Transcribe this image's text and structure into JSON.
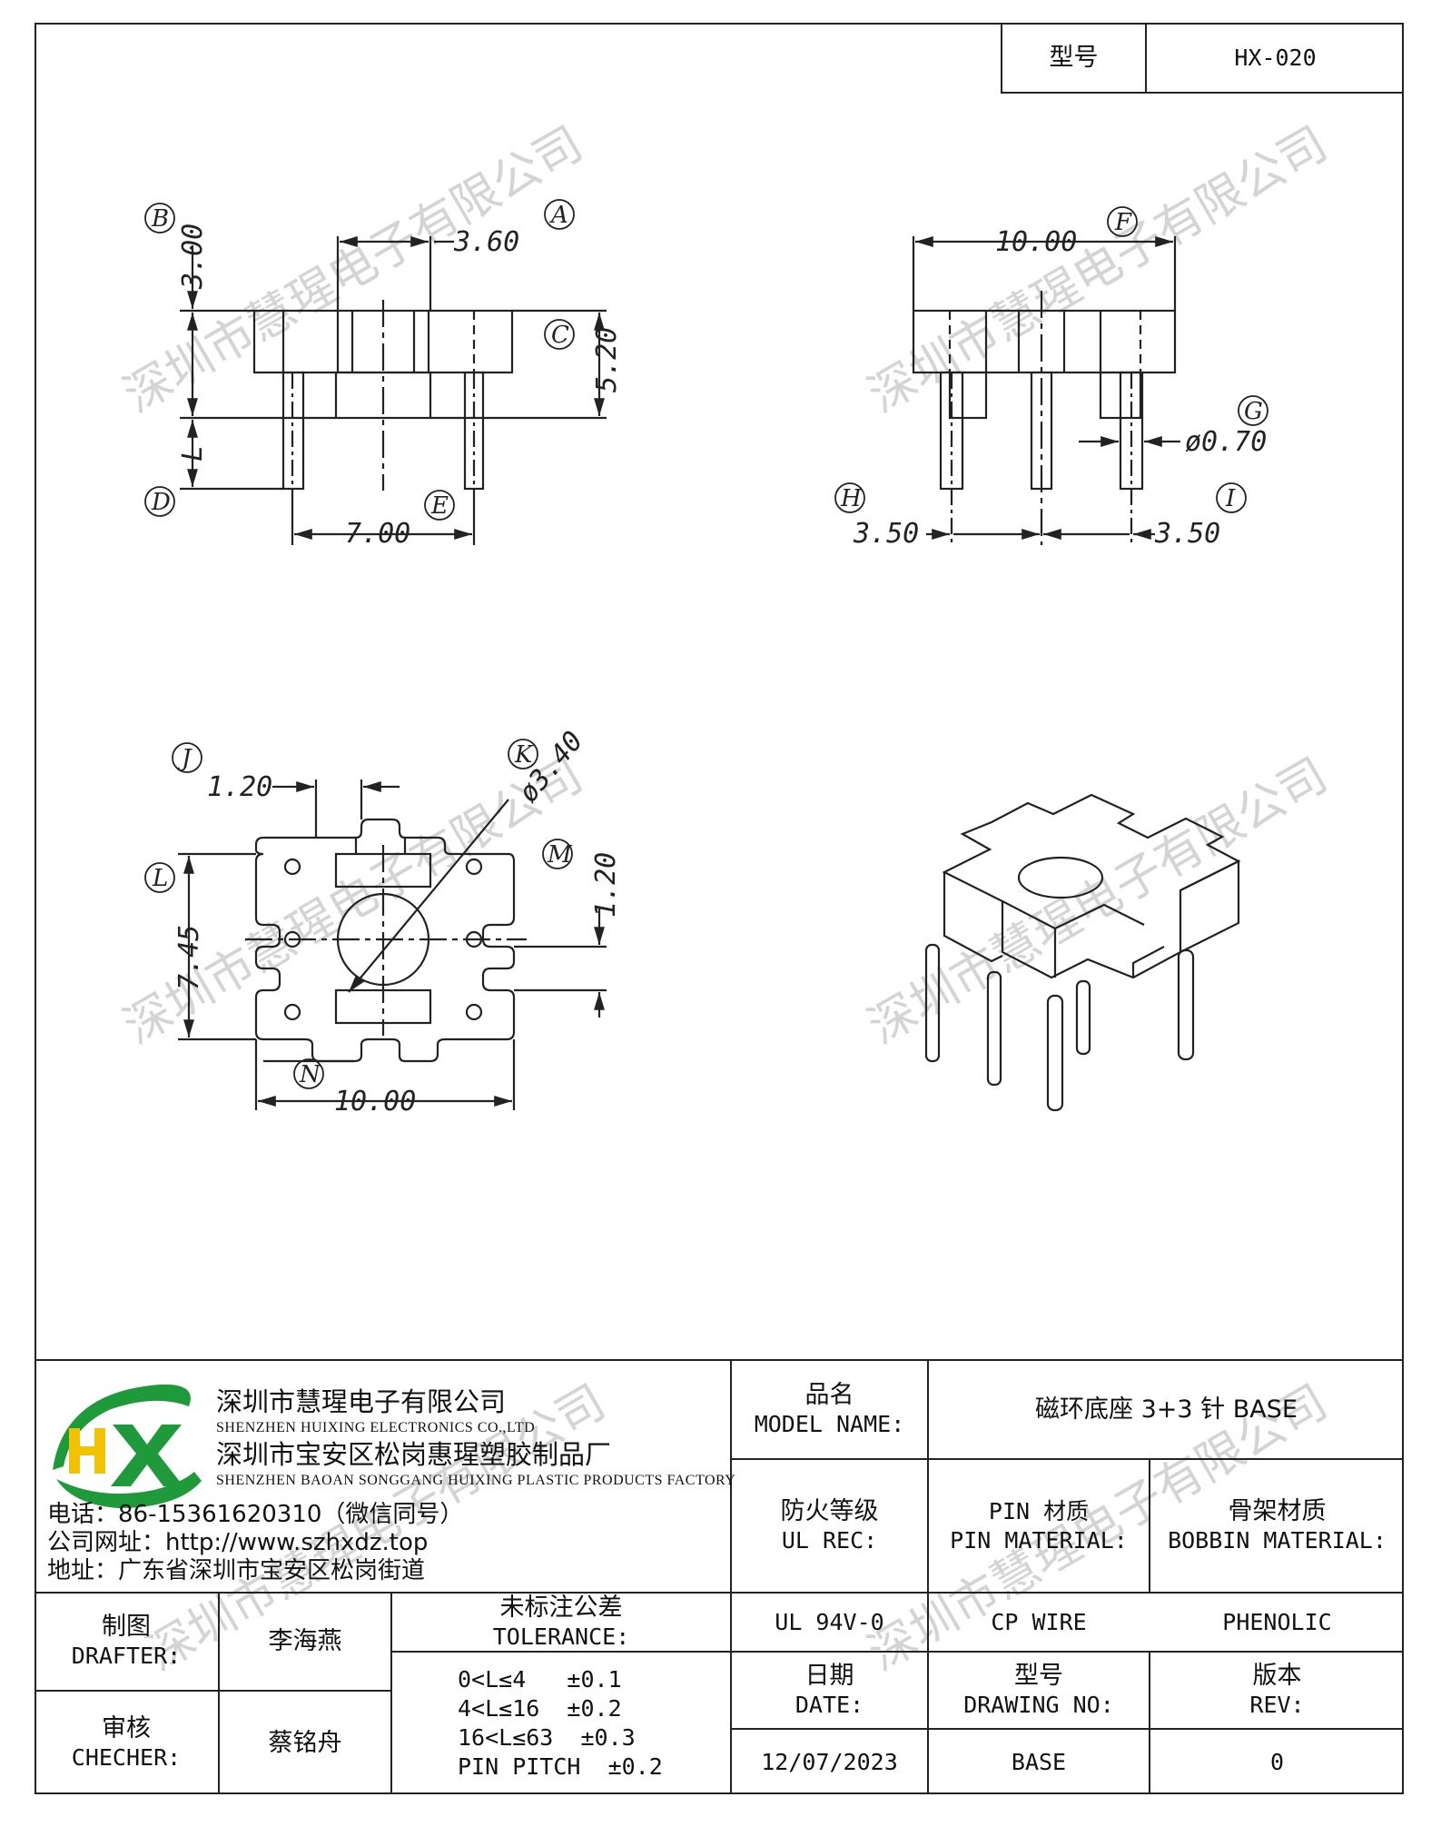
{
  "header": {
    "model_label": "型号",
    "model_value": "HX-020"
  },
  "drawing": {
    "dims": {
      "top_width": "3.60",
      "top_height": "3.00",
      "total_height": "5.20",
      "pin_length": "L",
      "pin_span": "7.00",
      "side_width": "10.00",
      "pin_dia": "ø0.70",
      "pitch_left": "3.50",
      "pitch_right": "3.50",
      "slot_width": "1.20",
      "hole_dia": "ø3.40",
      "depth": "7.45",
      "slot_height": "1.20",
      "bottom_width": "10.00"
    },
    "labels": [
      "A",
      "B",
      "C",
      "D",
      "E",
      "F",
      "G",
      "H",
      "I",
      "J",
      "K",
      "L",
      "M",
      "N"
    ]
  },
  "watermark": "深圳市慧瑆电子有限公司",
  "title_block": {
    "company_cn": "深圳市慧瑆电子有限公司",
    "company_en": "SHENZHEN HUIXING ELECTRONICS CO.,LTD",
    "factory_cn": "深圳市宝安区松岗惠瑆塑胶制品厂",
    "factory_en": "SHENZHEN BAOAN SONGGANG HUIXING PLASTIC PRODUCTS FACTORY",
    "phone": "电话：86-15361620310（微信同号）",
    "website": "公司网址：http://www.szhxdz.top",
    "address": "地址：广东省深圳市宝安区松岗街道",
    "model_name_cn": "品名",
    "model_name_en": "MODEL NAME:",
    "model_name_value": "磁环底座 3+3 针 BASE",
    "ul_cn": "防火等级",
    "ul_en": "UL REC:",
    "pin_cn": "PIN 材质",
    "pin_en": "PIN MATERIAL:",
    "bobbin_cn": "骨架材质",
    "bobbin_en": "BOBBIN MATERIAL:",
    "drafter_cn": "制图",
    "drafter_en": "DRAFTER:",
    "drafter_name": "李海燕",
    "tolerance_cn": "未标注公差",
    "tolerance_en": "TOLERANCE:",
    "ul_value": "UL 94V-0",
    "pin_value": "CP WIRE",
    "bobbin_value": "PHENOLIC",
    "checker_cn": "审核",
    "checker_en": "CHECHER:",
    "checker_name": "蔡铭舟",
    "tolerances": [
      "0<L≤4   ±0.1",
      "4<L≤16  ±0.2",
      "16<L≤63  ±0.3",
      "PIN PITCH  ±0.2"
    ],
    "date_cn": "日期",
    "date_en": "DATE:",
    "drawing_no_cn": "型号",
    "drawing_no_en": "DRAWING NO:",
    "rev_cn": "版本",
    "rev_en": "REV:",
    "date_value": "12/07/2023",
    "drawing_no_value": "BASE",
    "rev_value": "0"
  },
  "colors": {
    "line": "#222222",
    "watermark": "#d4d4d4",
    "logo_green": "#1f9a3a",
    "logo_yellow": "#f2c200"
  }
}
